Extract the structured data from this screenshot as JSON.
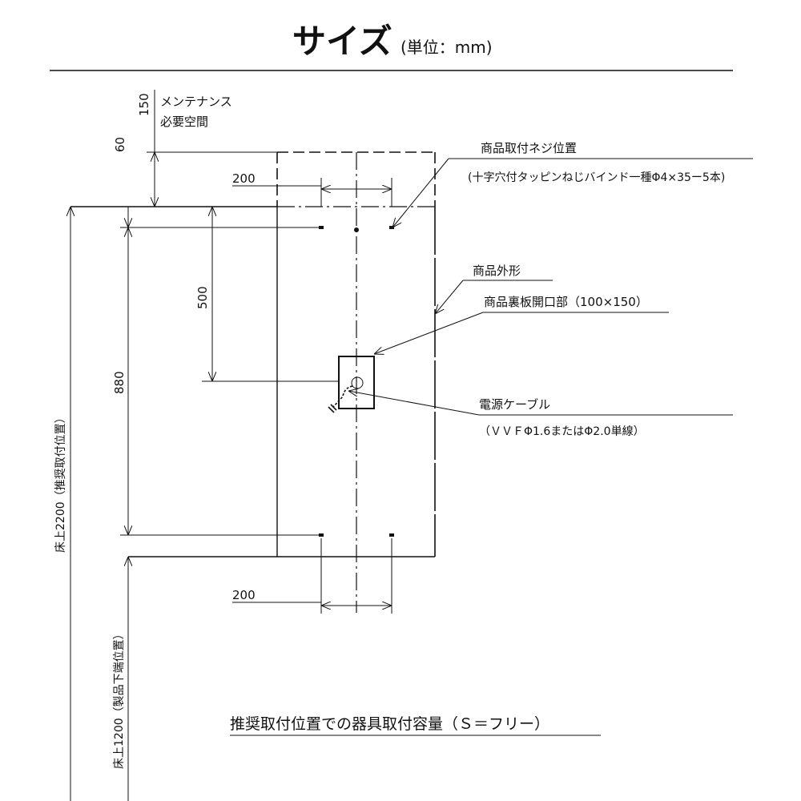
{
  "title": {
    "main": "サイズ",
    "unit": "(単位：mm)"
  },
  "dimensions": {
    "maintenance": "150",
    "maintenance_label_1": "メンテナンス",
    "maintenance_label_2": "必要空間",
    "gap_top": "60",
    "screw_spacing_top": "200",
    "screw_spacing_bottom": "200",
    "opening_height": "500",
    "screw_vertical": "880",
    "floor_recommended": "床上2200（推奨取付位置）",
    "floor_bottom": "床上1200（製品下端位置）"
  },
  "callouts": {
    "screw_title": "商品取付ネジ位置",
    "screw_detail": "(十字穴付タッピンねじバインド一種Φ4×35ー5本)",
    "outline": "商品外形",
    "opening": "商品裏板開口部（100×150）",
    "cable_title": "電源ケーブル",
    "cable_detail": "（ＶＶＦΦ1.6またはΦ2.0単線）"
  },
  "footer": "推奨取付位置での器具取付容量（Ｓ＝フリー）"
}
